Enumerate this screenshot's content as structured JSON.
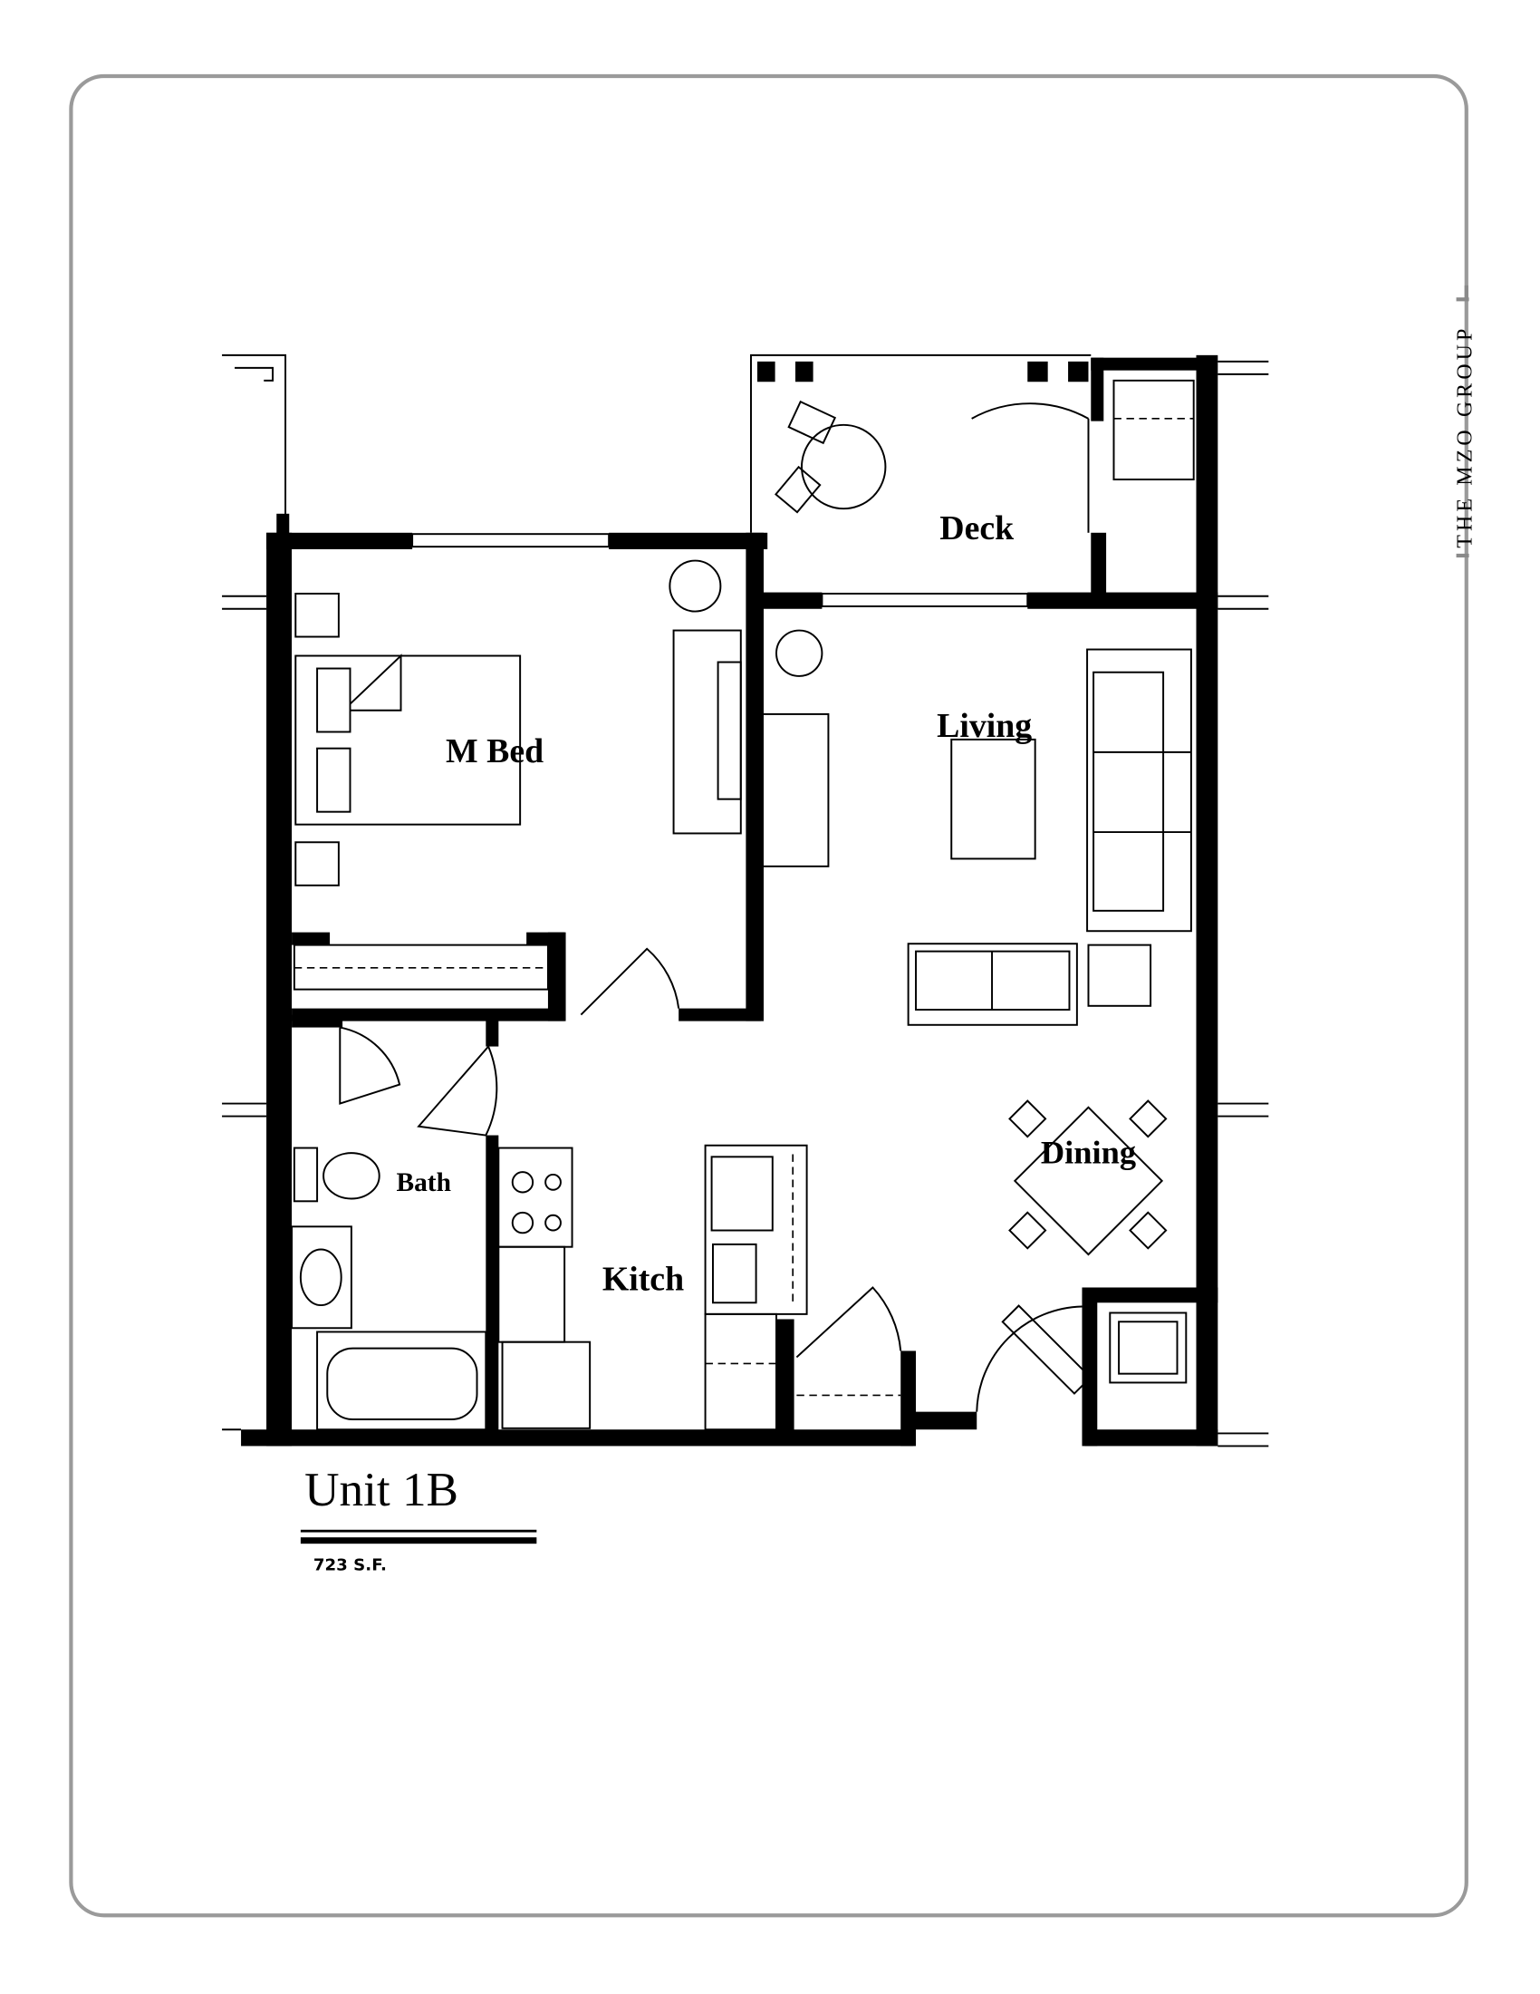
{
  "unit": {
    "name": "Unit 1B",
    "area": "723 S.F."
  },
  "branding": {
    "text": "THE MZO GROUP",
    "color": "#8a8a8a"
  },
  "rooms": {
    "bedroom": "M Bed",
    "living": "Living",
    "deck": "Deck",
    "dining": "Dining",
    "bath": "Bath",
    "kitchen": "Kitch"
  },
  "colors": {
    "frame": "#9a9a9a",
    "walls": "#000000",
    "background": "#ffffff"
  }
}
